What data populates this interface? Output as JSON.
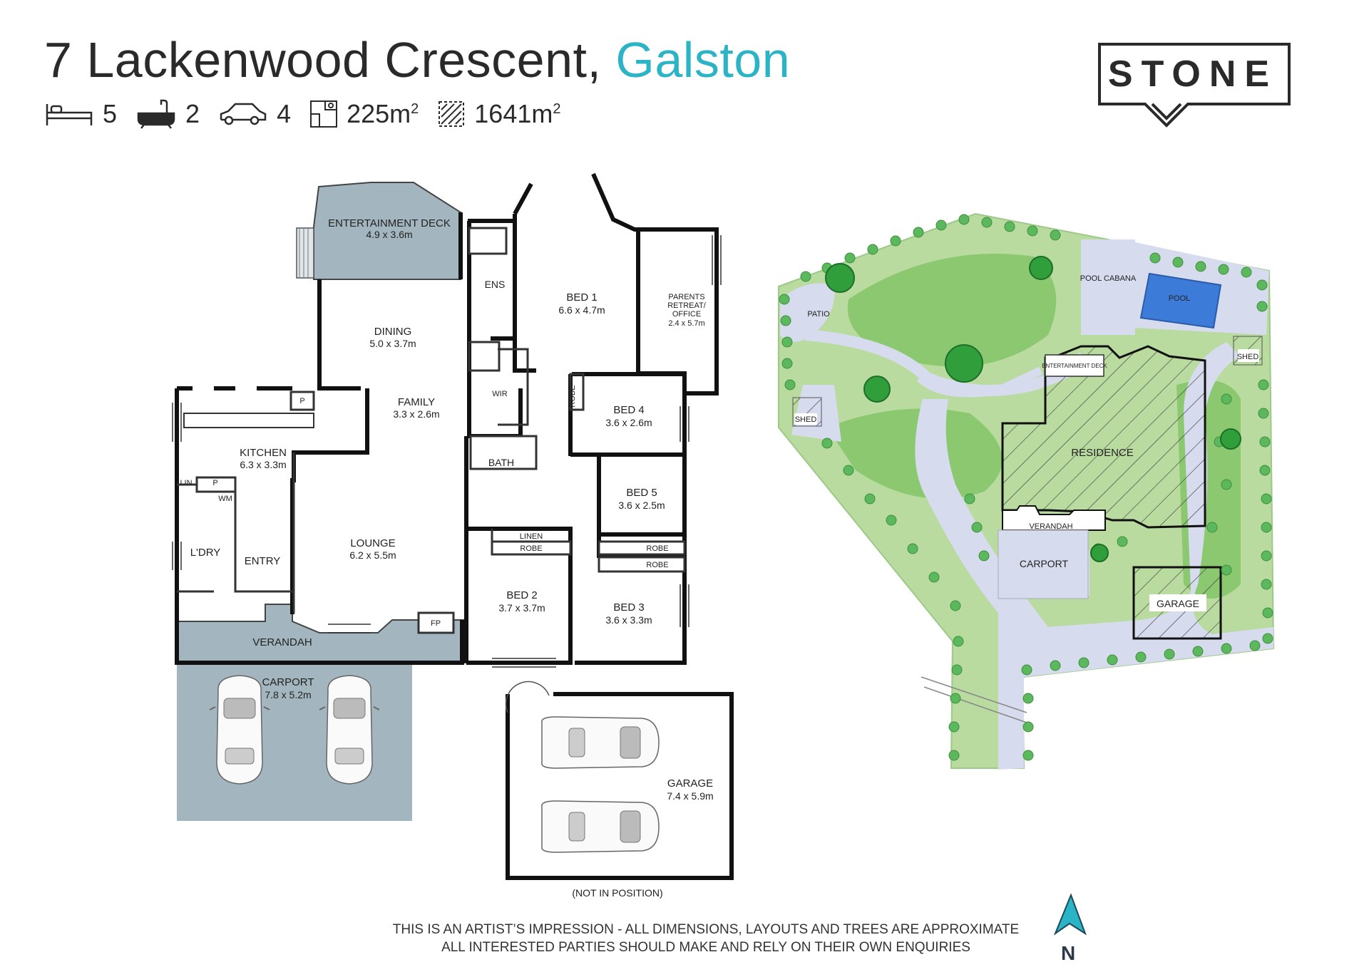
{
  "header": {
    "address": "7 Lackenwood Crescent,",
    "suburb": "Galston",
    "beds": "5",
    "baths": "2",
    "cars": "4",
    "internal_area": "225m",
    "land_area": "1641m",
    "area_sup": "2"
  },
  "brand": {
    "name": "STONE",
    "accent": "#2bb3c6"
  },
  "floorplan": {
    "entertainment_deck": {
      "name": "ENTERTAINMENT DECK",
      "dim": "4.9 x 3.6m"
    },
    "dining": {
      "name": "DINING",
      "dim": "5.0 x 3.7m"
    },
    "family": {
      "name": "FAMILY",
      "dim": "3.3 x 2.6m"
    },
    "kitchen": {
      "name": "KITCHEN",
      "dim": "6.3 x 3.3m"
    },
    "lounge": {
      "name": "LOUNGE",
      "dim": "6.2 x 5.5m"
    },
    "laundry": {
      "name": "L'DRY"
    },
    "entry": {
      "name": "ENTRY"
    },
    "verandah": {
      "name": "VERANDAH"
    },
    "carport": {
      "name": "CARPORT",
      "dim": "7.8 x 5.2m"
    },
    "garage": {
      "name": "GARAGE",
      "dim": "7.4 x 5.9m",
      "note": "(NOT IN POSITION)"
    },
    "bed1": {
      "name": "BED 1",
      "dim": "6.6 x 4.7m"
    },
    "parents_retreat": {
      "name1": "PARENTS",
      "name2": "RETREAT/",
      "name3": "OFFICE",
      "dim": "2.4 x 5.7m"
    },
    "bed2": {
      "name": "BED 2",
      "dim": "3.7 x 3.7m"
    },
    "bed3": {
      "name": "BED 3",
      "dim": "3.6 x 3.3m"
    },
    "bed4": {
      "name": "BED 4",
      "dim": "3.6 x 2.6m"
    },
    "bed5": {
      "name": "BED 5",
      "dim": "3.6 x 2.5m"
    },
    "ens": "ENS",
    "wir": "WIR",
    "bath": "BATH",
    "robe": "ROBE",
    "linen": "LINEN",
    "lin": "LIN",
    "pantry": "P",
    "wm": "WM",
    "fp": "FP"
  },
  "siteplan": {
    "residence": "RESIDENCE",
    "verandah": "VERANDAH",
    "carport": "CARPORT",
    "garage": "GARAGE",
    "pool": "POOL",
    "pool_cabana": "POOL CABANA",
    "patio": "PATIO",
    "shed": "SHED",
    "entertainment_deck": "ENTERTAINMENT DECK"
  },
  "footer": {
    "line1": "THIS IS AN ARTIST’S IMPRESSION - ALL DIMENSIONS, LAYOUTS AND TREES ARE APPROXIMATE",
    "line2": "ALL INTERESTED PARTIES SHOULD MAKE AND RELY ON THEIR OWN ENQUIRIES",
    "north": "N"
  }
}
